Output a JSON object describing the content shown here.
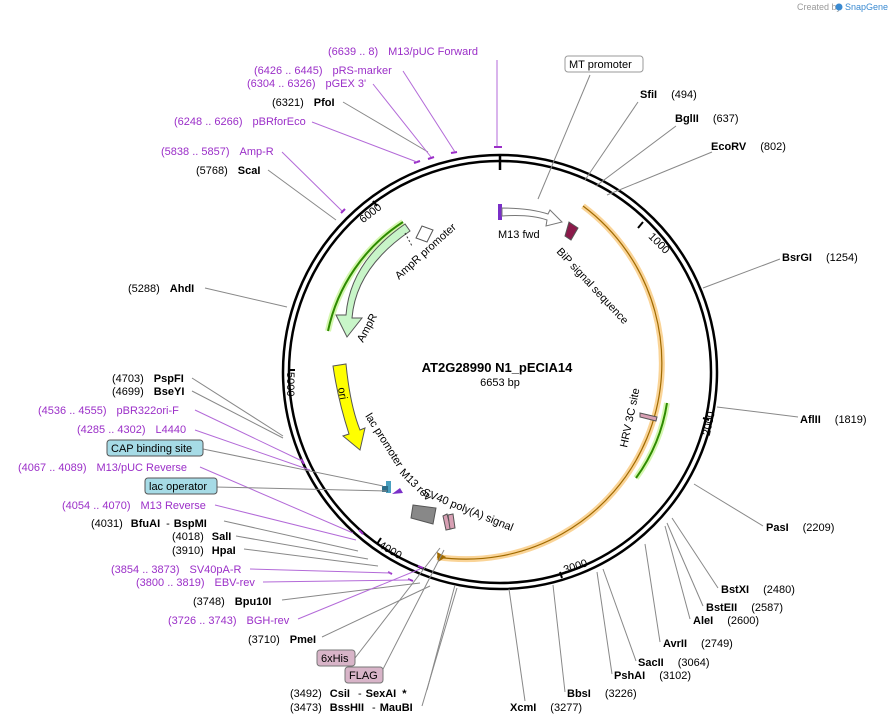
{
  "branding": {
    "created_by": "Created by",
    "product": "SnapGene"
  },
  "plasmid": {
    "name": "AT2G28990 N1_pECIA14",
    "length": "6653 bp",
    "total_bp": 6653
  },
  "ticks": [
    "1000",
    "2000",
    "3000",
    "4000",
    "5000",
    "6000"
  ],
  "features_on_map": {
    "mt_promoter": "MT promoter",
    "m13_fwd": "M13 fwd",
    "bip": "BiP signal sequence",
    "hrv": "HRV 3C site",
    "ampr_promoter": "AmpR promoter",
    "ampr": "AmpR",
    "ori": "ori",
    "lac_promoter": "lac promoter",
    "m13_rev": "M13 rev",
    "sv40": "SV40 poly(A) signal",
    "cap_site": "CAP binding site",
    "lac_operator": "lac operator",
    "his": "6xHis",
    "flag": "FLAG"
  },
  "colors": {
    "ring": "#000000",
    "primer": "#9b2fc8",
    "orange_feature": "#f5b041",
    "green_feature": "#2e8b00",
    "ampr_fill": "#c8f5c8",
    "ori_fill": "#ffff00",
    "bip_fill": "#8b1a4a",
    "cap_fill": "#a6dbe6",
    "his_fill": "#d8b4c8"
  },
  "sites_right": [
    {
      "name": "SfiI",
      "pos": "(494)"
    },
    {
      "name": "BglII",
      "pos": "(637)"
    },
    {
      "name": "EcoRV",
      "pos": "(802)"
    },
    {
      "name": "BsrGI",
      "pos": "(1254)"
    },
    {
      "name": "AflII",
      "pos": "(1819)"
    },
    {
      "name": "PasI",
      "pos": "(2209)"
    },
    {
      "name": "BstXI",
      "pos": "(2480)"
    },
    {
      "name": "BstEII",
      "pos": "(2587)"
    },
    {
      "name": "AleI",
      "pos": "(2600)"
    },
    {
      "name": "AvrII",
      "pos": "(2749)"
    },
    {
      "name": "SacII",
      "pos": "(3064)"
    },
    {
      "name": "PshAI",
      "pos": "(3102)"
    },
    {
      "name": "BbsI",
      "pos": "(3226)"
    },
    {
      "name": "XcmI",
      "pos": "(3277)"
    }
  ],
  "primers_top": [
    {
      "range": "(6639 .. 8)",
      "name": "M13/pUC Forward"
    },
    {
      "range": "(6426 .. 6445)",
      "name": "pRS-marker"
    },
    {
      "range": "(6304 .. 6326)",
      "name": "pGEX 3'"
    },
    {
      "range": "(6248 .. 6266)",
      "name": "pBRforEco"
    },
    {
      "range": "(5838 .. 5857)",
      "name": "Amp-R"
    }
  ],
  "sites_top_left": [
    {
      "pos": "(6321)",
      "name": "PfoI"
    },
    {
      "pos": "(5768)",
      "name": "ScaI"
    },
    {
      "pos": "(5288)",
      "name": "AhdI"
    }
  ],
  "left_block": {
    "pspfi": {
      "pos": "(4703)",
      "name": "PspFI"
    },
    "bseyi": {
      "pos": "(4699)",
      "name": "BseYI"
    },
    "pbr322": {
      "range": "(4536 .. 4555)",
      "name": "pBR322ori-F"
    },
    "l4440": {
      "range": "(4285 .. 4302)",
      "name": "L4440"
    },
    "m13puc_rev": {
      "range": "(4067 .. 4089)",
      "name": "M13/pUC Reverse"
    },
    "m13_reverse": {
      "range": "(4054 .. 4070)",
      "name": "M13 Reverse"
    },
    "bfuai": {
      "pos": "(4031)",
      "name": "BfuAI",
      "sep": "-",
      "name2": "BspMI"
    },
    "sali": {
      "pos": "(4018)",
      "name": "SalI"
    },
    "hpai": {
      "pos": "(3910)",
      "name": "HpaI"
    },
    "sv40pa": {
      "range": "(3854 .. 3873)",
      "name": "SV40pA-R"
    },
    "ebv": {
      "range": "(3800 .. 3819)",
      "name": "EBV-rev"
    },
    "bpu10i": {
      "pos": "(3748)",
      "name": "Bpu10I"
    },
    "bgh": {
      "range": "(3726 .. 3743)",
      "name": "BGH-rev"
    },
    "pmei": {
      "pos": "(3710)",
      "name": "PmeI"
    }
  },
  "bottom": {
    "csii": {
      "pos": "(3492)",
      "name": "CsiI",
      "sep": "-",
      "name2": "SexAI",
      "star": "*"
    },
    "bsshii": {
      "pos": "(3473)",
      "name": "BssHII",
      "sep": "-",
      "name2": "MauBI"
    }
  }
}
